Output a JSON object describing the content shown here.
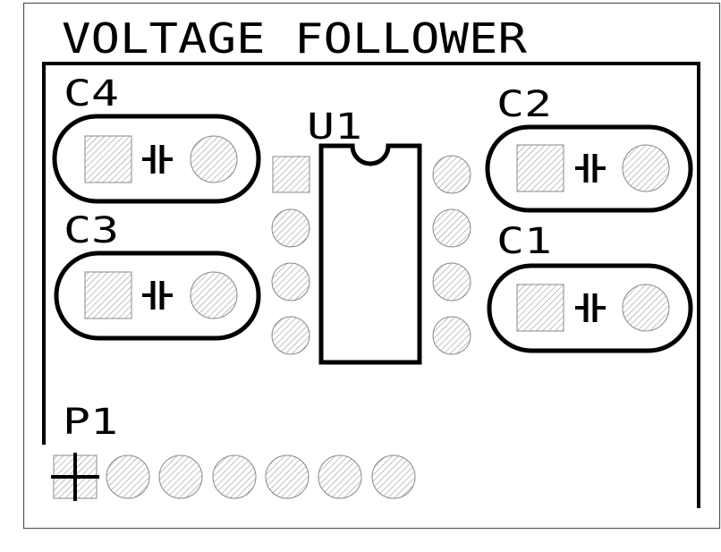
{
  "title": "VOLTAGE FOLLOWER",
  "components": {
    "c1": {
      "label": "C1"
    },
    "c2": {
      "label": "C2"
    },
    "c3": {
      "label": "C3"
    },
    "c4": {
      "label": "C4"
    },
    "u1": {
      "label": "U1",
      "pin_count": 8
    },
    "p1": {
      "label": "P1",
      "pin_count": 7
    }
  },
  "colors": {
    "silkscreen": "#000000",
    "background": "#ffffff",
    "pad_fill": "#ffffff",
    "pad_hatch": "#9a9a9a",
    "board_outline": "#555555"
  },
  "icons": {
    "capacitor_symbol": "capacitor-icon",
    "pin1_marker": "crosshair-icon"
  }
}
